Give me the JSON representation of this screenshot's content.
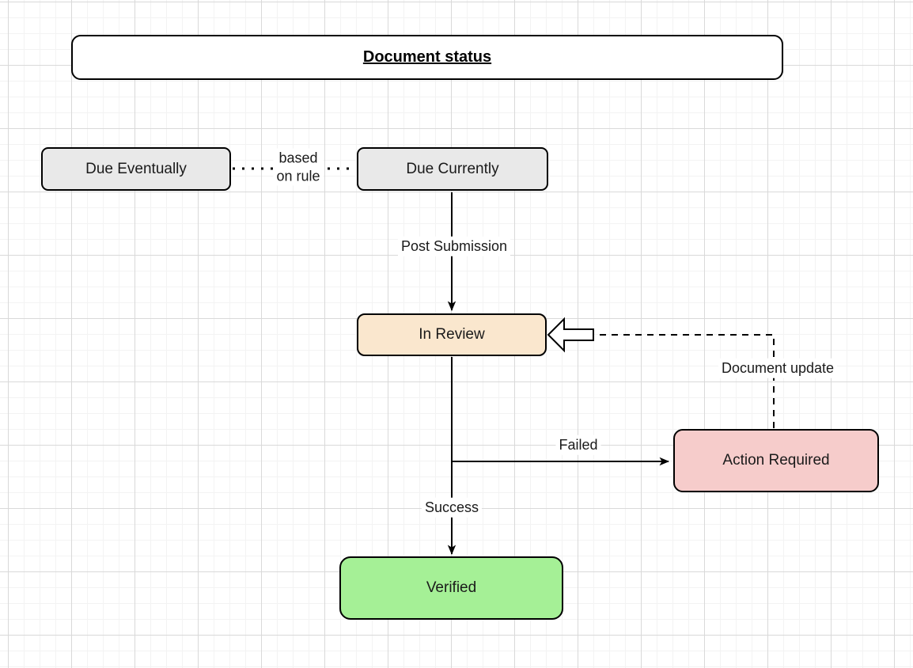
{
  "canvas": {
    "background": "#ffffff",
    "grid_minor_color": "#f3f3f3",
    "grid_major_color": "#d9d9d9"
  },
  "diagram": {
    "nodes": {
      "title": {
        "label": "Document status",
        "fill": "#ffffff",
        "border": "#000000"
      },
      "due_eventually": {
        "label": "Due Eventually",
        "fill": "#e9e9e9",
        "border": "#000000"
      },
      "due_currently": {
        "label": "Due Currently",
        "fill": "#e9e9e9",
        "border": "#000000"
      },
      "in_review": {
        "label": "In Review",
        "fill": "#fae7ce",
        "border": "#000000"
      },
      "action_required": {
        "label": "Action Required",
        "fill": "#f6cccb",
        "border": "#000000"
      },
      "verified": {
        "label": "Verified",
        "fill": "#a5f096",
        "border": "#000000"
      }
    },
    "edges": {
      "based_on_rule": {
        "label": "based\non rule",
        "style": "dotted",
        "from": "due_eventually",
        "to": "due_currently"
      },
      "post_submission": {
        "label": "Post Submission",
        "style": "solid-arrow",
        "from": "due_currently",
        "to": "in_review"
      },
      "document_update": {
        "label": "Document update",
        "style": "dashed-open-arrow",
        "from": "action_required",
        "to": "in_review"
      },
      "failed": {
        "label": "Failed",
        "style": "solid-arrow",
        "from": "in_review",
        "to": "action_required"
      },
      "success": {
        "label": "Success",
        "style": "solid-arrow",
        "from": "in_review",
        "to": "verified"
      }
    }
  }
}
